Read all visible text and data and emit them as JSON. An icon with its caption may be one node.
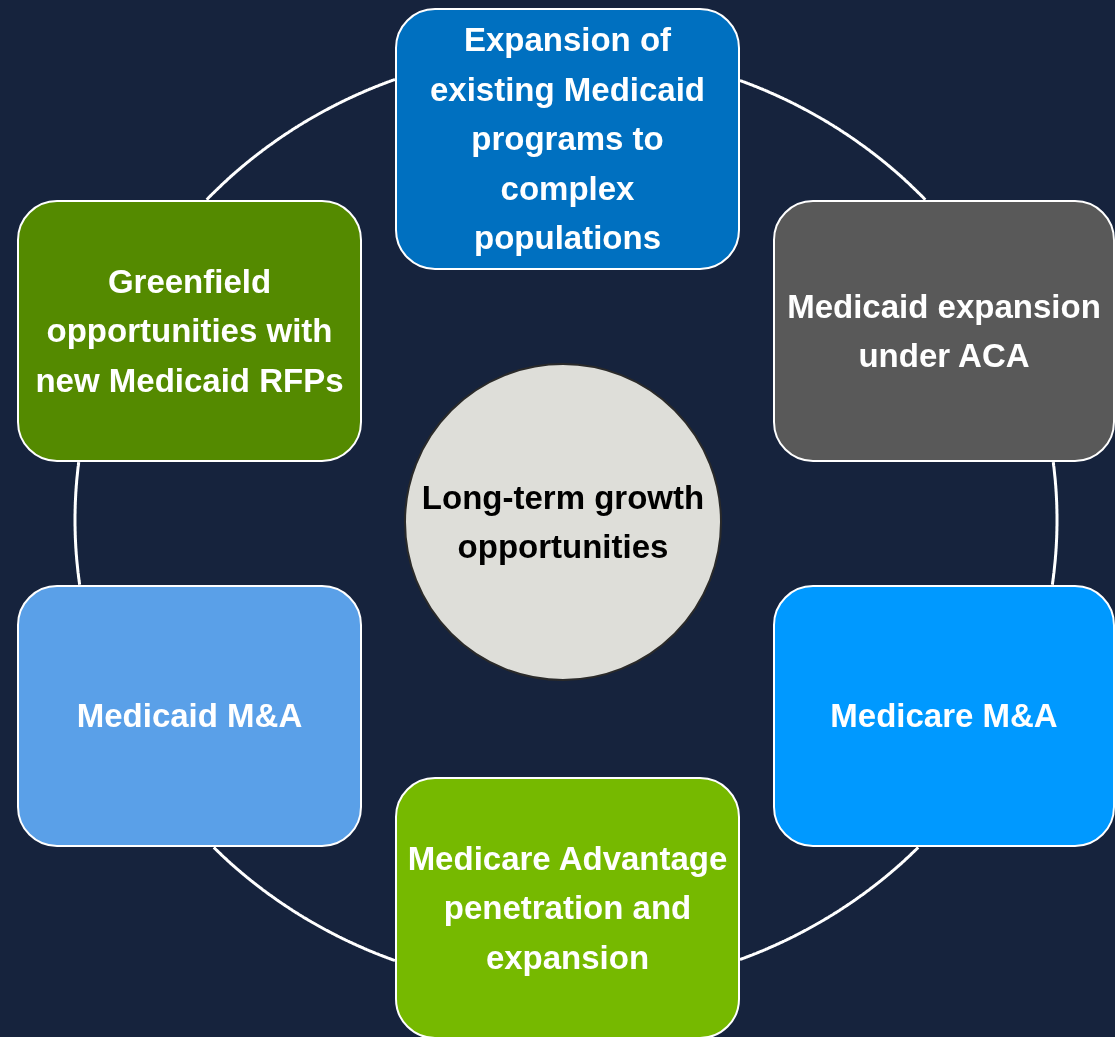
{
  "diagram": {
    "nodes": [
      {
        "text": [
          "Expansion of existing Medicaid programs to complex populations"
        ]
      },
      {
        "text": [
          "Greenfield opportunities with new Medicaid RFPs"
        ]
      },
      {
        "text": [
          "Medicaid expansion under ACA"
        ]
      },
      {
        "text": [
          "Long-term growth opportunities"
        ]
      },
      {
        "text": [
          "Medicaid M&A"
        ]
      },
      {
        "text": [
          "Medicare M&A"
        ]
      },
      {
        "text": [
          "Medicare Advantage penetration and expansion"
        ]
      }
    ],
    "edges": [
      {
        "from": 0,
        "to": 2,
        "arrow": "none"
      },
      {
        "from": 2,
        "to": 5,
        "arrow": "none"
      },
      {
        "from": 5,
        "to": 6,
        "arrow": "none"
      },
      {
        "from": 6,
        "to": 4,
        "arrow": "none"
      },
      {
        "from": 4,
        "to": 1,
        "arrow": "none"
      },
      {
        "from": 1,
        "to": 0,
        "arrow": "none"
      }
    ]
  }
}
